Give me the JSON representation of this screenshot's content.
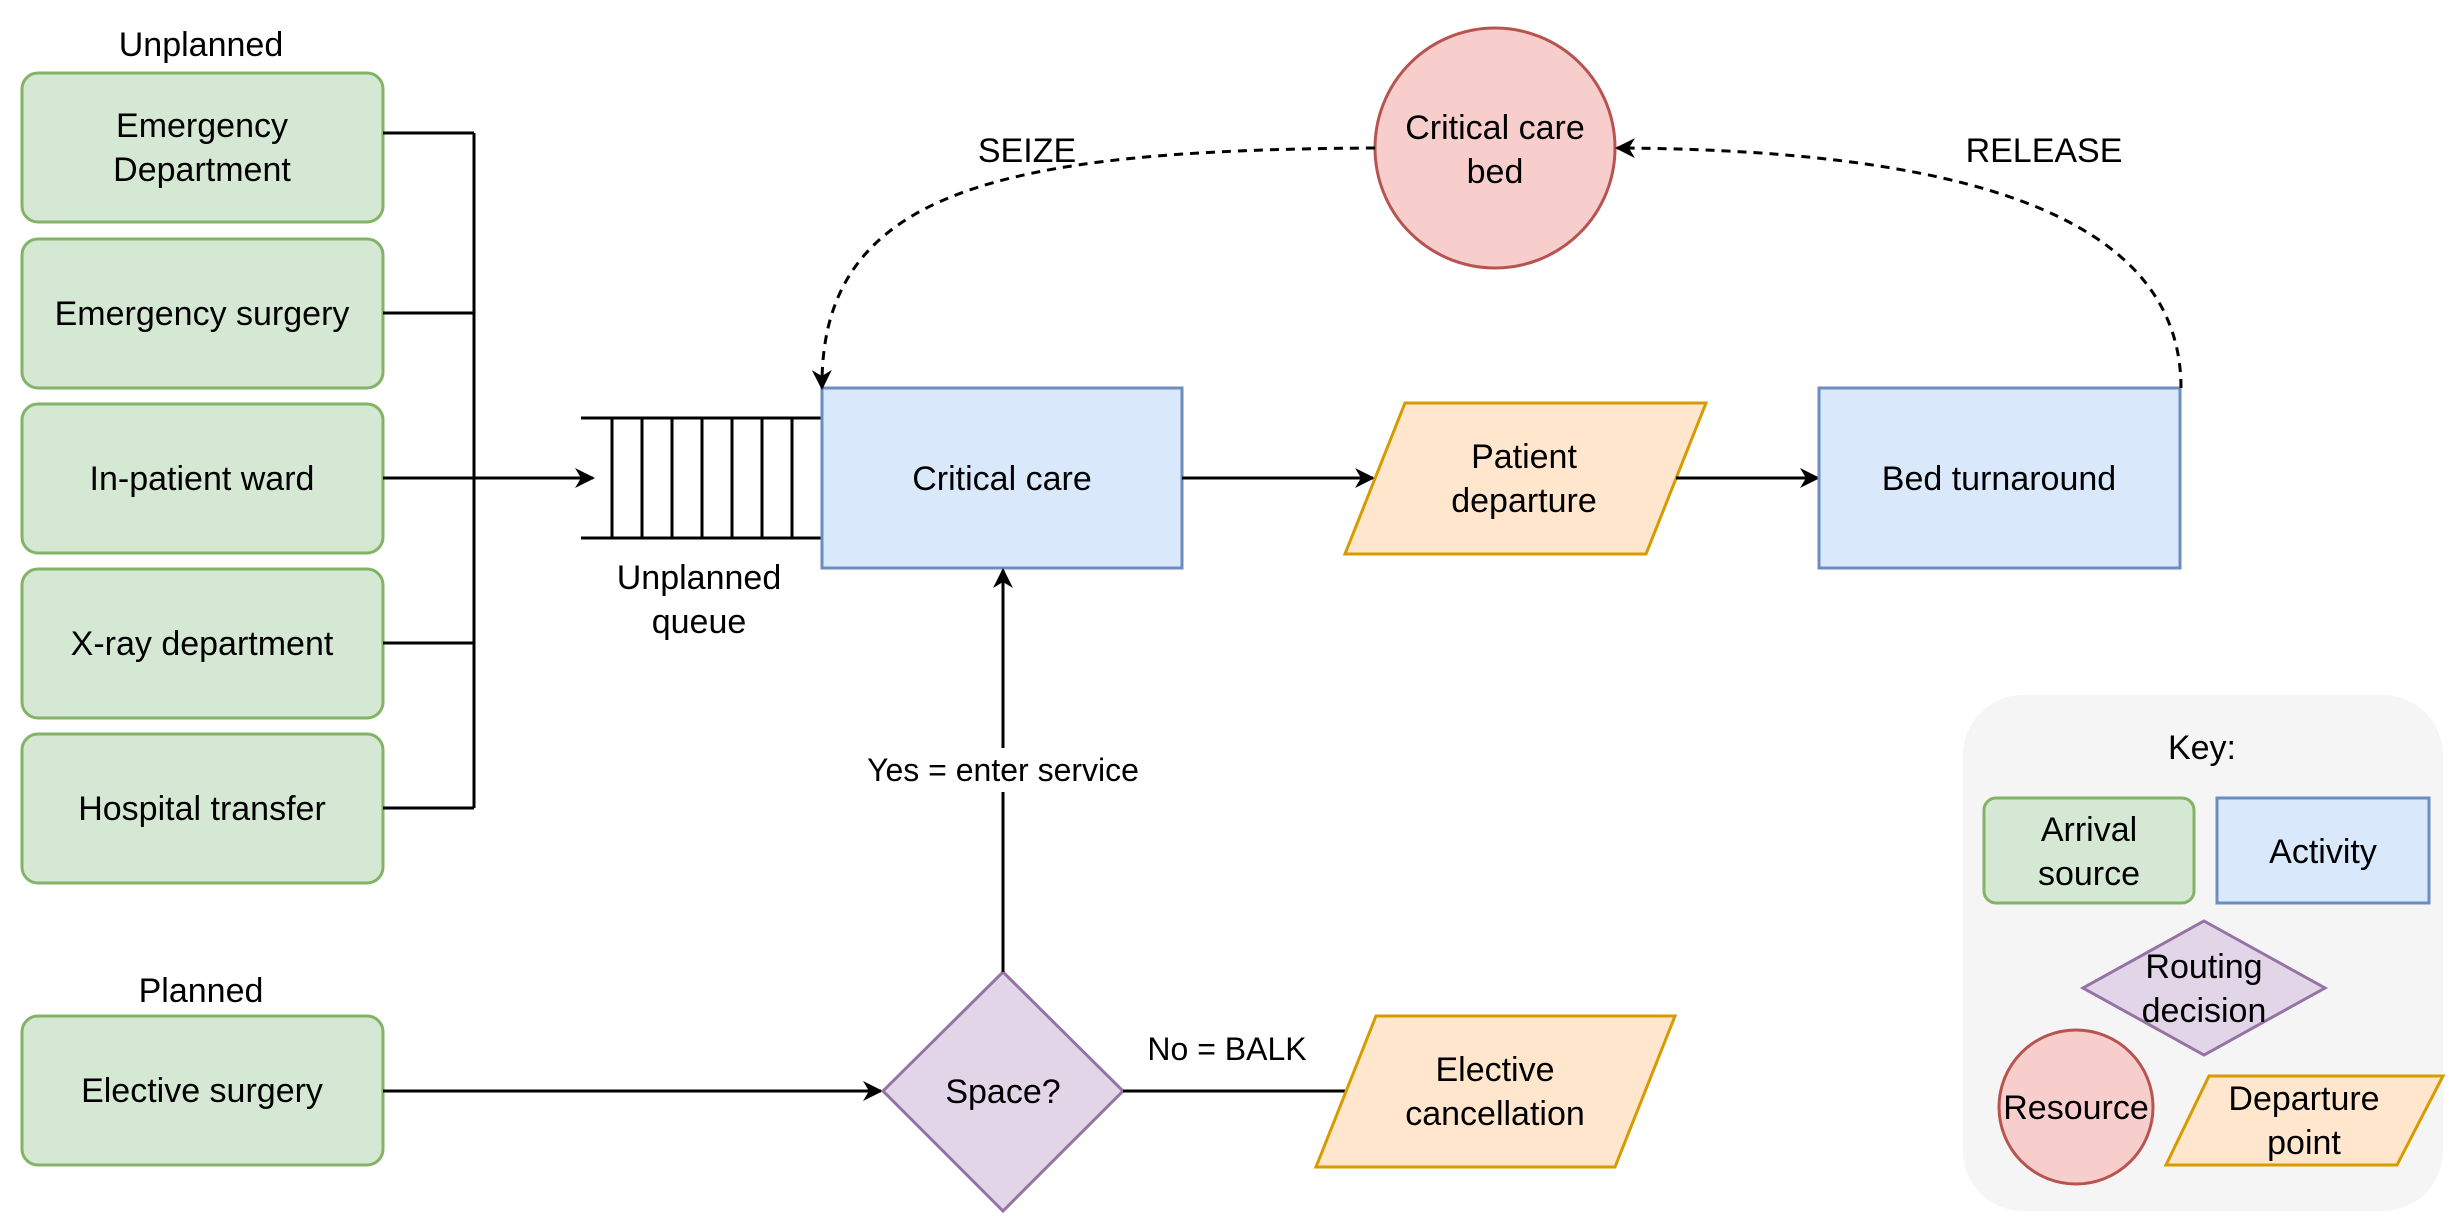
{
  "colors": {
    "green_fill": "#d5e8d4",
    "green_stroke": "#82b366",
    "blue_fill": "#dae8fc",
    "blue_stroke": "#6c8ebf",
    "orange_fill": "#ffe6cc",
    "orange_stroke": "#d79b00",
    "purple_fill": "#e1d5e7",
    "purple_stroke": "#9673a6",
    "red_fill": "#f8cecc",
    "red_stroke": "#b85450",
    "key_fill": "#f5f5f5"
  },
  "groups": {
    "unplanned": "Unplanned",
    "planned": "Planned"
  },
  "arrival_sources": [
    [
      "Emergency",
      "Department"
    ],
    [
      "Emergency surgery"
    ],
    [
      "In-patient ward"
    ],
    [
      "X-ray department"
    ],
    [
      "Hospital transfer"
    ]
  ],
  "elective": [
    "Elective surgery"
  ],
  "queue_label": [
    "Unplanned",
    "queue"
  ],
  "critical_care": [
    "Critical care"
  ],
  "patient_departure": [
    "Patient",
    "departure"
  ],
  "bed_turnaround": [
    "Bed turnaround"
  ],
  "resource": [
    "Critical care",
    "bed"
  ],
  "seize_label": "SEIZE",
  "release_label": "RELEASE",
  "decision": [
    "Space?"
  ],
  "yes_label": "Yes = enter service",
  "no_label": "No = BALK",
  "elective_cancellation": [
    "Elective",
    "cancellation"
  ],
  "key": {
    "title": "Key:",
    "arrival": [
      "Arrival",
      "source"
    ],
    "activity": [
      "Activity"
    ],
    "routing": [
      "Routing",
      "decision"
    ],
    "resource": [
      "Resource"
    ],
    "departure": [
      "Departure",
      "point"
    ]
  }
}
